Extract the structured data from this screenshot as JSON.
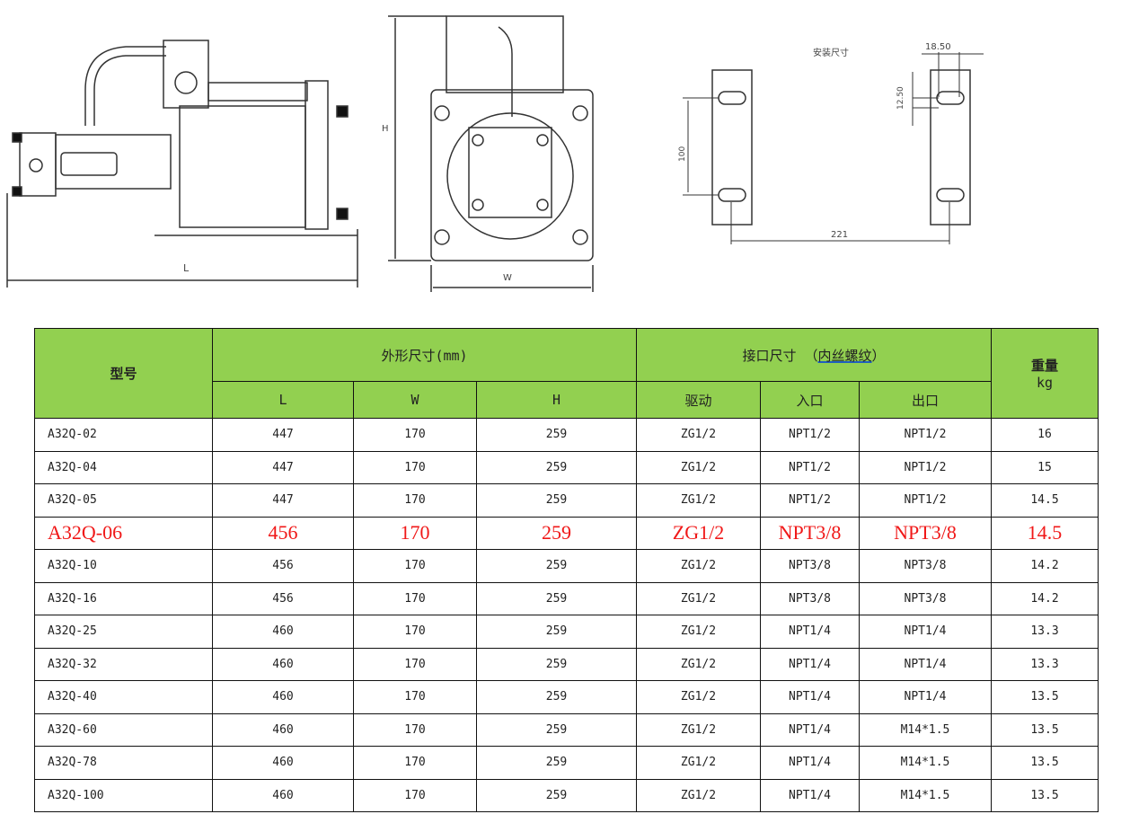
{
  "drawing": {
    "length_label": "L",
    "width_label": "W",
    "height_label": "H",
    "mount_title": "安装尺寸",
    "dim_slot": "18.50",
    "dim_slot2": "12.50",
    "dim_spacing": "100",
    "dim_distance": "221"
  },
  "header": {
    "model": "型号",
    "outer": "外形尺寸(mm)",
    "port": "接口尺寸 （",
    "port_ul": "内丝螺纹",
    "port_end": "）",
    "weight": "重量",
    "weight_unit": "kg",
    "L": "L",
    "W": "W",
    "H": "H",
    "drive": "驱动",
    "inlet": "入口",
    "outlet": "出口"
  },
  "rows": [
    [
      "A32Q-02",
      "447",
      "170",
      "259",
      "ZG1/2",
      "NPT1/2",
      "NPT1/2",
      "16"
    ],
    [
      "A32Q-04",
      "447",
      "170",
      "259",
      "ZG1/2",
      "NPT1/2",
      "NPT1/2",
      "15"
    ],
    [
      "A32Q-05",
      "447",
      "170",
      "259",
      "ZG1/2",
      "NPT1/2",
      "NPT1/2",
      "14.5"
    ],
    [
      "A32Q-06",
      "456",
      "170",
      "259",
      "ZG1/2",
      "NPT3/8",
      "NPT3/8",
      "14.5"
    ],
    [
      "A32Q-10",
      "456",
      "170",
      "259",
      "ZG1/2",
      "NPT3/8",
      "NPT3/8",
      "14.2"
    ],
    [
      "A32Q-16",
      "456",
      "170",
      "259",
      "ZG1/2",
      "NPT3/8",
      "NPT3/8",
      "14.2"
    ],
    [
      "A32Q-25",
      "460",
      "170",
      "259",
      "ZG1/2",
      "NPT1/4",
      "NPT1/4",
      "13.3"
    ],
    [
      "A32Q-32",
      "460",
      "170",
      "259",
      "ZG1/2",
      "NPT1/4",
      "NPT1/4",
      "13.3"
    ],
    [
      "A32Q-40",
      "460",
      "170",
      "259",
      "ZG1/2",
      "NPT1/4",
      "NPT1/4",
      "13.5"
    ],
    [
      "A32Q-60",
      "460",
      "170",
      "259",
      "ZG1/2",
      "NPT1/4",
      "M14*1.5",
      "13.5"
    ],
    [
      "A32Q-78",
      "460",
      "170",
      "259",
      "ZG1/2",
      "NPT1/4",
      "M14*1.5",
      "13.5"
    ],
    [
      "A32Q-100",
      "460",
      "170",
      "259",
      "ZG1/2",
      "NPT1/4",
      "M14*1.5",
      "13.5"
    ]
  ],
  "highlight_row": 3,
  "colors": {
    "header_bg": "#92d050",
    "highlight": "#f01818"
  }
}
